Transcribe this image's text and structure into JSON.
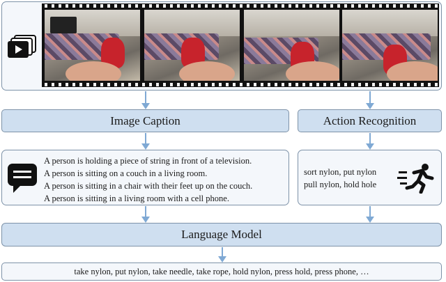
{
  "video": {
    "icon": "video-stack-icon",
    "frames": [
      "frame-1",
      "frame-2",
      "frame-3",
      "frame-4"
    ]
  },
  "image_caption": {
    "title": "Image Caption",
    "icon": "chat-bubble-icon",
    "lines": [
      "A person is holding a piece of string in front of a television.",
      "A person is sitting on a couch in a living room.",
      "A person is sitting in a chair with their feet up on the couch.",
      "A person is sitting in a living room with a cell phone."
    ]
  },
  "action_recognition": {
    "title": "Action Recognition",
    "icon": "running-person-icon",
    "lines": [
      "sort nylon, put nylon",
      "pull nylon, hold hole"
    ]
  },
  "language_model": {
    "title": "Language Model",
    "output": "take nylon, put nylon, take needle, take rope, hold nylon, press hold, press phone, …"
  },
  "colors": {
    "header_fill": "#cfdff0",
    "panel_fill": "#f4f7fb",
    "border": "#7d92a8",
    "arrow": "#7fa9d4"
  }
}
